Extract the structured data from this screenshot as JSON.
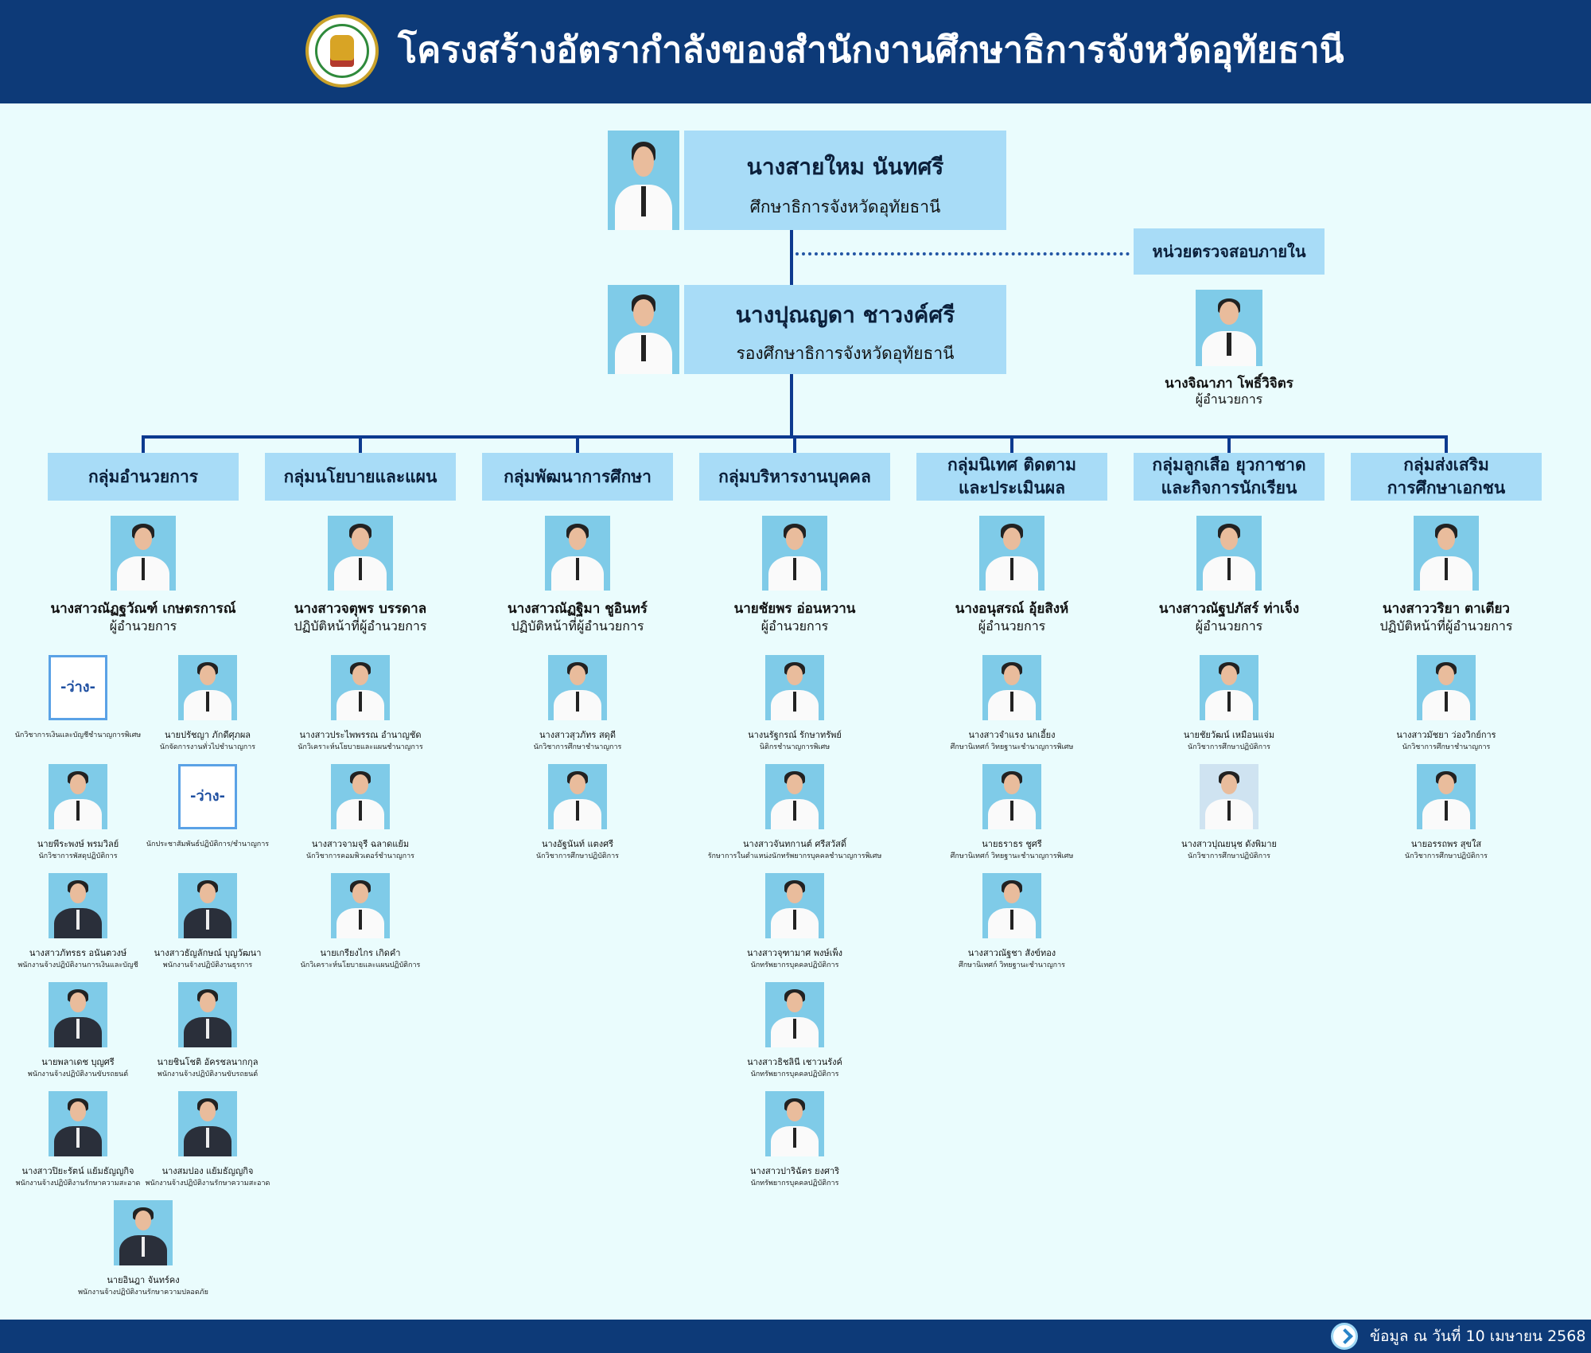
{
  "header": {
    "title": "โครงสร้างอัตรากำลังของสำนักงานศึกษาธิการจังหวัดอุทัยธานี"
  },
  "top": {
    "director": {
      "name": "นางสายใหม นันทศรี",
      "role": "ศึกษาธิการจังหวัดอุทัยธานี"
    },
    "deputy": {
      "name": "นางปุณญดา ชาวงค์ศรี",
      "role": "รองศึกษาธิการจังหวัดอุทัยธานี"
    },
    "audit": {
      "label": "หน่วยตรวจสอบภายใน",
      "name": "นางจิณาภา โพธิ์วิจิตร",
      "role": "ผู้อำนวยการ"
    }
  },
  "vacant_label": "-ว่าง-",
  "groups": [
    {
      "title_lines": [
        "กลุ่มอำนวยการ",
        ""
      ],
      "lead": {
        "name": "นางสาวณัฏฐวัณฑ์ เกษตรการณ์",
        "role": "ผู้อำนวยการ"
      },
      "members": [
        {
          "name": "",
          "role": "นักวิชาการเงินและบัญชีชำนาญการพิเศษ",
          "vacant": true
        },
        {
          "name": "นายปรัชญา ภักดีศุภผล",
          "role": "นักจัดการงานทั่วไปชำนาญการ"
        },
        {
          "name": "นายพีระพงษ์ พรมวิลย์",
          "role": "นักวิชาการพัสดุปฏิบัติการ"
        },
        {
          "name": "",
          "role": "นักประชาสัมพันธ์ปฏิบัติการ/ชำนาญการ",
          "vacant": true
        },
        {
          "name": "นางสาวภัทรธร อนันตวงษ์",
          "role": "พนักงานจ้างปฏิบัติงานการเงินและบัญชี"
        },
        {
          "name": "นางสาวธัญลักษณ์ บุญวัฒนา",
          "role": "พนักงานจ้างปฏิบัติงานธุรการ"
        },
        {
          "name": "นายพลาเดช บุญศรี",
          "role": "พนักงานจ้างปฏิบัติงานขับรถยนต์"
        },
        {
          "name": "นายชินโชติ อัครชลนากกุล",
          "role": "พนักงานจ้างปฏิบัติงานขับรถยนต์"
        },
        {
          "name": "นางสาวปิยะรัตน์ แย้มธัญญกิจ",
          "role": "พนักงานจ้างปฏิบัติงานรักษาความสะอาด"
        },
        {
          "name": "นางสมปอง แย้มธัญญกิจ",
          "role": "พนักงานจ้างปฏิบัติงานรักษาความสะอาด"
        },
        {
          "name": "นายอินฎา จันทร์คง",
          "role": "พนักงานจ้างปฏิบัติงานรักษาความปลอดภัย"
        }
      ]
    },
    {
      "title_lines": [
        "กลุ่มนโยบายและแผน",
        ""
      ],
      "lead": {
        "name": "นางสาวจตุพร บรรดาล",
        "role": "ปฏิบัติหน้าที่ผู้อำนวยการ"
      },
      "members": [
        {
          "name": "นางสาวประไพพรรณ อำนาญชัด",
          "role": "นักวิเคราะห์นโยบายและแผนชำนาญการ"
        },
        {
          "name": "นางสาวจามจุรี ฉลาดแย้ม",
          "role": "นักวิชาการคอมพิวเตอร์ชำนาญการ"
        },
        {
          "name": "นายเกรียงไกร เกิดคำ",
          "role": "นักวิเคราะห์นโยบายและแผนปฏิบัติการ"
        }
      ]
    },
    {
      "title_lines": [
        "กลุ่มพัฒนาการศึกษา",
        ""
      ],
      "lead": {
        "name": "นางสาวณัฏฐิมา ชูอินทร์",
        "role": "ปฏิบัติหน้าที่ผู้อำนวยการ"
      },
      "members": [
        {
          "name": "นางสาวสุวภัทร สดุดี",
          "role": "นักวิชาการศึกษาชำนาญการ"
        },
        {
          "name": "นางอัฐนันท์ แตงศรี",
          "role": "นักวิชาการศึกษาปฏิบัติการ"
        }
      ]
    },
    {
      "title_lines": [
        "กลุ่มบริหารงานบุคคล",
        ""
      ],
      "lead": {
        "name": "นายชัยพร อ่อนหวาน",
        "role": "ผู้อำนวยการ"
      },
      "members": [
        {
          "name": "นางนรัฐกรณ์ รักษาทรัพย์",
          "role": "นิติกรชำนาญการพิเศษ"
        },
        {
          "name": "นางสาวจันทกานต์ ศรีสวัสดิ์",
          "role": "รักษาการในตำแหน่งนักทรัพยากรบุคคลชำนาญการพิเศษ"
        },
        {
          "name": "นางสาวจุฑามาศ พงษ์เพ็ง",
          "role": "นักทรัพยากรบุคคลปฏิบัติการ"
        },
        {
          "name": "นางสาวธิชลินี เชาวนรังค์",
          "role": "นักทรัพยากรบุคคลปฏิบัติการ"
        },
        {
          "name": "นางสาวปาริฉัตร ยงศาริ",
          "role": "นักทรัพยากรบุคคลปฏิบัติการ"
        }
      ]
    },
    {
      "title_lines": [
        "กลุ่มนิเทศ ติดตาม",
        "และประเมินผล"
      ],
      "lead": {
        "name": "นางอนุสรณ์ อุ้ยสิงห์",
        "role": "ผู้อำนวยการ"
      },
      "members": [
        {
          "name": "นางสาวจำแรง นกเอี้ยง",
          "role": "ศึกษานิเทศก์ วิทยฐานะชำนาญการพิเศษ"
        },
        {
          "name": "นายธราธร ชูศรี",
          "role": "ศึกษานิเทศก์ วิทยฐานะชำนาญการพิเศษ"
        },
        {
          "name": "นางสาวณัฐชา สังข์ทอง",
          "role": "ศึกษานิเทศก์ วิทยฐานะชำนาญการ"
        }
      ]
    },
    {
      "title_lines": [
        "กลุ่มลูกเสือ ยุวกาชาด",
        "และกิจการนักเรียน"
      ],
      "lead": {
        "name": "นางสาวณัฐปภัสร์ ท่าเจ็ง",
        "role": "ผู้อำนวยการ"
      },
      "members": [
        {
          "name": "นายชัยวัฒน์ เหมือนแจ่ม",
          "role": "นักวิชาการศึกษาปฏิบัติการ"
        },
        {
          "name": "นางสาวปุณยนุช ดังพิมาย",
          "role": "นักวิชาการศึกษาปฏิบัติการ"
        }
      ]
    },
    {
      "title_lines": [
        "กลุ่มส่งเสริม",
        "การศึกษาเอกชน"
      ],
      "lead": {
        "name": "นางสาววริยา ตาเตียว",
        "role": "ปฏิบัติหน้าที่ผู้อำนวยการ"
      },
      "members": [
        {
          "name": "นางสาวมัชยา ว่องวิกย์การ",
          "role": "นักวิชาการศึกษาชำนาญการ"
        },
        {
          "name": "นายอรรถพร สุขใส",
          "role": "นักวิชาการศึกษาปฏิบัติการ"
        }
      ]
    }
  ],
  "footer": {
    "note": "ข้อมูล ณ วันที่ 10 เมษายน 2568"
  }
}
